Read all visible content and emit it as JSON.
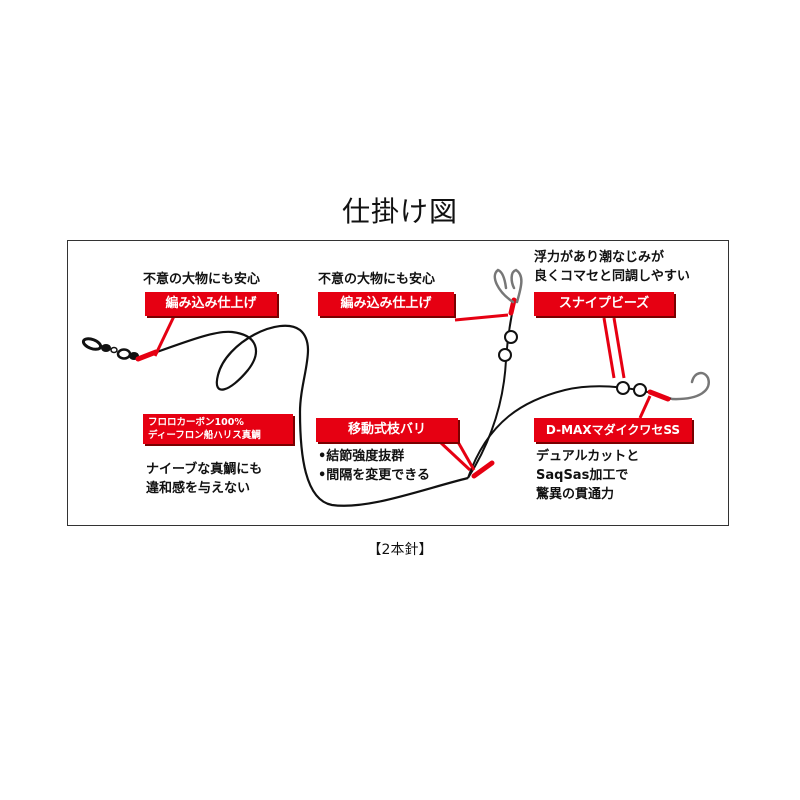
{
  "page_title": "仕掛け図",
  "caption": "【2本針】",
  "labels": {
    "left_top": "不意の大物にも安心",
    "left_tag": "編み込み仕上げ",
    "mid_top": "不意の大物にも安心",
    "mid_tag": "編み込み仕上げ",
    "beads_note": [
      "浮力があり潮なじみが",
      "良くコマセと同調しやすい"
    ],
    "beads_tag": "スナイプビーズ",
    "harisu_tag": [
      "フロロカーボン100%",
      "ディーフロン船ハリス真鯛"
    ],
    "harisu_note": [
      "ナイーブな真鯛にも",
      "違和感を与えない"
    ],
    "branch_tag": "移動式枝バリ",
    "branch_note": [
      "•結節強度抜群",
      "•間隔を変更できる"
    ],
    "hook_tag": "D-MAXマダイクワセSS",
    "hook_note": [
      "デュアルカットと",
      "SaqSas加工で",
      "驚異の貫通力"
    ]
  },
  "colors": {
    "accent": "#e60012",
    "line": "#111111",
    "hook": "#777777",
    "bead": "#ffffff"
  }
}
